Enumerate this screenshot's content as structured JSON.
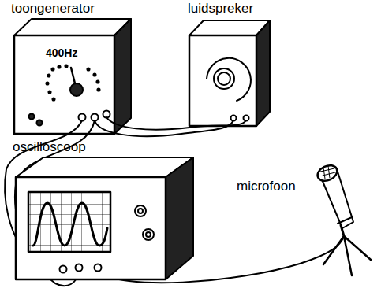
{
  "diagram": {
    "labels": [
      "toongenerator",
      "luidspreker",
      "oscilloscoop",
      "microfoon",
      "400Hz"
    ]
  }
}
